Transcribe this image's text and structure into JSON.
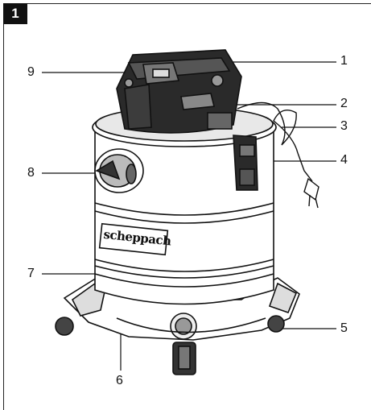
{
  "figure": {
    "number": "1"
  },
  "brand": {
    "logo_text": "scheppach"
  },
  "callouts": [
    {
      "id": "1",
      "label": "1"
    },
    {
      "id": "2",
      "label": "2"
    },
    {
      "id": "3",
      "label": "3"
    },
    {
      "id": "4",
      "label": "4"
    },
    {
      "id": "5",
      "label": "5"
    },
    {
      "id": "6",
      "label": "6"
    },
    {
      "id": "7",
      "label": "7"
    },
    {
      "id": "8",
      "label": "8"
    },
    {
      "id": "9",
      "label": "9"
    }
  ],
  "colors": {
    "ink": "#111111",
    "body_fill": "#ffffff",
    "dark_part": "#2a2a2a",
    "mid_gray": "#8a8a8a"
  }
}
